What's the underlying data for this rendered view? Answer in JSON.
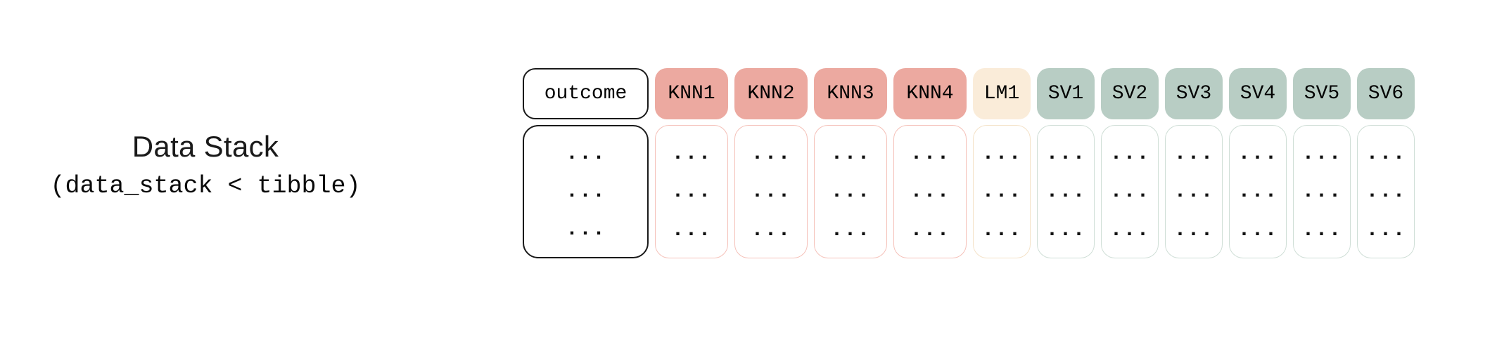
{
  "canvas": {
    "background": "#ffffff"
  },
  "label": {
    "title": "Data Stack",
    "code": "(data_stack < tibble)"
  },
  "colors": {
    "knn_fill": "#eca9a0",
    "knn_body_border": "#f5c1b9",
    "lm_fill": "#faecd9",
    "lm_body_border": "#f4e2c8",
    "sv_fill": "#b8cdc4",
    "sv_body_border": "#cfded6",
    "outcome_border": "#1a1a1a",
    "text": "#000000"
  },
  "table": {
    "ellipsis": "...",
    "dot_rows_per_column": 3,
    "columns": [
      {
        "id": "outcome",
        "label": "outcome",
        "kind": "outcome",
        "header_fill": "#ffffff",
        "header_border": "#1a1a1a",
        "body_border": "#1a1a1a"
      },
      {
        "id": "knn1",
        "label": "KNN1",
        "kind": "knn",
        "header_fill": "#eca9a0",
        "header_border": "#eca9a0",
        "body_border": "#f5c1b9"
      },
      {
        "id": "knn2",
        "label": "KNN2",
        "kind": "knn",
        "header_fill": "#eca9a0",
        "header_border": "#eca9a0",
        "body_border": "#f5c1b9"
      },
      {
        "id": "knn3",
        "label": "KNN3",
        "kind": "knn",
        "header_fill": "#eca9a0",
        "header_border": "#eca9a0",
        "body_border": "#f5c1b9"
      },
      {
        "id": "knn4",
        "label": "KNN4",
        "kind": "knn",
        "header_fill": "#eca9a0",
        "header_border": "#eca9a0",
        "body_border": "#f5c1b9"
      },
      {
        "id": "lm1",
        "label": "LM1",
        "kind": "lm",
        "header_fill": "#faecd9",
        "header_border": "#faecd9",
        "body_border": "#f4e2c8"
      },
      {
        "id": "sv1",
        "label": "SV1",
        "kind": "sv",
        "header_fill": "#b8cdc4",
        "header_border": "#b8cdc4",
        "body_border": "#cfded6"
      },
      {
        "id": "sv2",
        "label": "SV2",
        "kind": "sv",
        "header_fill": "#b8cdc4",
        "header_border": "#b8cdc4",
        "body_border": "#cfded6"
      },
      {
        "id": "sv3",
        "label": "SV3",
        "kind": "sv",
        "header_fill": "#b8cdc4",
        "header_border": "#b8cdc4",
        "body_border": "#cfded6"
      },
      {
        "id": "sv4",
        "label": "SV4",
        "kind": "sv",
        "header_fill": "#b8cdc4",
        "header_border": "#b8cdc4",
        "body_border": "#cfded6"
      },
      {
        "id": "sv5",
        "label": "SV5",
        "kind": "sv",
        "header_fill": "#b8cdc4",
        "header_border": "#b8cdc4",
        "body_border": "#cfded6"
      },
      {
        "id": "sv6",
        "label": "SV6",
        "kind": "sv",
        "header_fill": "#b8cdc4",
        "header_border": "#b8cdc4",
        "body_border": "#cfded6"
      }
    ]
  }
}
